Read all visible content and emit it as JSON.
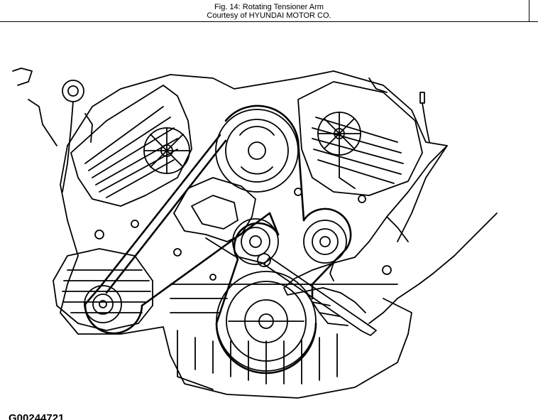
{
  "caption": {
    "title": "Fig. 14: Rotating Tensioner Arm",
    "credit": "Courtesy of HYUNDAI MOTOR CO."
  },
  "figure_id": "G00244721",
  "illustration": {
    "subject": "engine-belt-drive",
    "ink_color": "#000000",
    "paper_color": "#ffffff"
  }
}
